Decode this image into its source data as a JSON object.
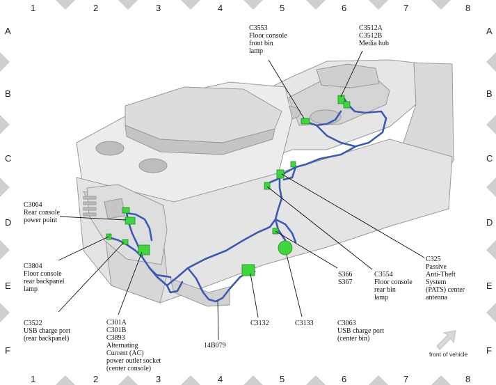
{
  "grid": {
    "columns": [
      "1",
      "2",
      "3",
      "4",
      "5",
      "6",
      "7",
      "8"
    ],
    "rows": [
      "A",
      "B",
      "C",
      "D",
      "E",
      "F"
    ]
  },
  "colors": {
    "harness": "#3b59b5",
    "connector": "#3dd63d",
    "body": "#e8e8e8",
    "body_dark": "#c9c9c9",
    "border_marker": "#cfcfcf"
  },
  "callouts": {
    "c3553": [
      "C3553",
      "Floor console",
      "front bin",
      "lamp"
    ],
    "c3512": [
      "C3512A",
      "C3512B",
      "Media hub"
    ],
    "c3064": [
      "C3064",
      "Rear console",
      "power point"
    ],
    "c3804": [
      "C3804",
      "Floor console",
      "rear backpanel",
      "lamp"
    ],
    "c3522": [
      "C3522",
      "USB charge port",
      "(rear backpanel)"
    ],
    "c301a": [
      "C301A",
      "C301B",
      "C3893",
      "Alternating",
      "Current (AC)",
      "power outlet socket",
      "(center console)"
    ],
    "b14079": [
      "14B079"
    ],
    "c3132": [
      "C3132"
    ],
    "c3133": [
      "C3133"
    ],
    "c3063": [
      "C3063",
      "USB charge port",
      "(center bin)"
    ],
    "s366": [
      "S366",
      "S367"
    ],
    "c3554": [
      "C3554",
      "Floor console",
      "rear bin",
      "lamp"
    ],
    "c325": [
      "C325",
      "Passive",
      "Anti-Theft",
      "System",
      "(PATS) center",
      "antenna"
    ]
  },
  "orientation": {
    "label": "front of vehicle",
    "icon": "arrow-up-right-icon"
  }
}
